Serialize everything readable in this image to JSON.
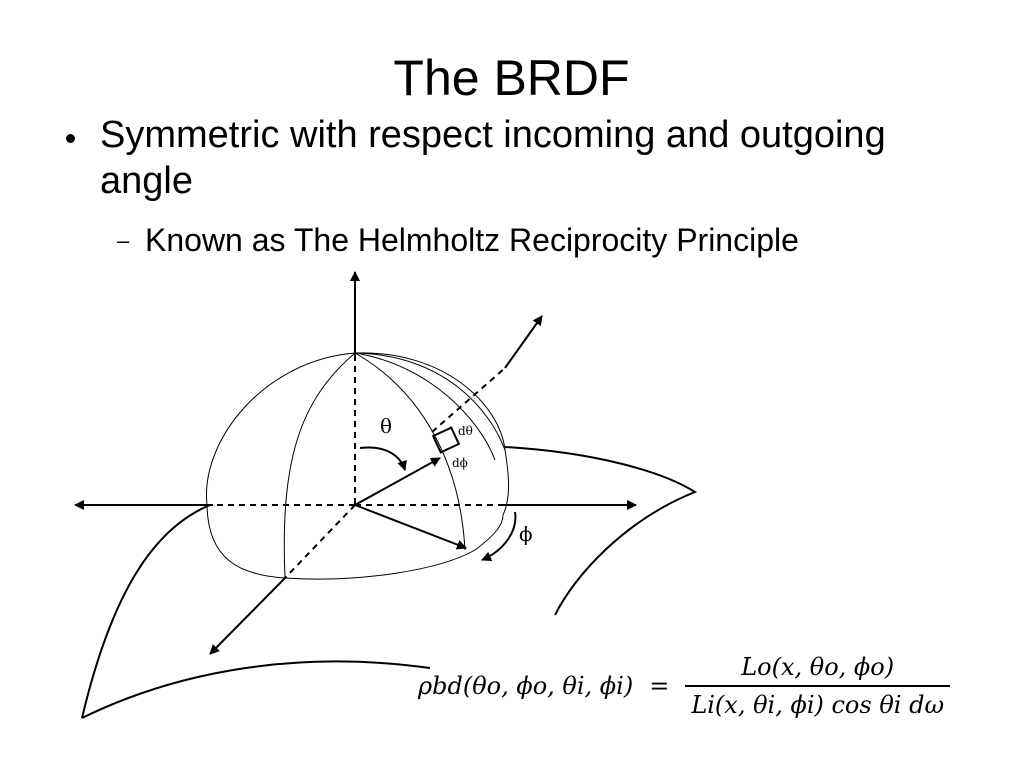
{
  "slide": {
    "title": "The BRDF",
    "bullets": [
      {
        "text": "Symmetric with respect incoming and outgoing angle",
        "sub": [
          "Known as The Helmholtz Reciprocity Principle"
        ]
      }
    ]
  },
  "diagram": {
    "labels": {
      "theta": "θ",
      "phi": "ϕ",
      "d_theta": "dθ",
      "d_phi": "dϕ"
    },
    "formula": {
      "lhs": "ρbd(θo, ϕo, θi, ϕi)",
      "equals": "=",
      "numerator": "Lo(x, θo, ϕo)",
      "denominator": "Li(x, θi, ϕi) cos θi dω"
    }
  }
}
